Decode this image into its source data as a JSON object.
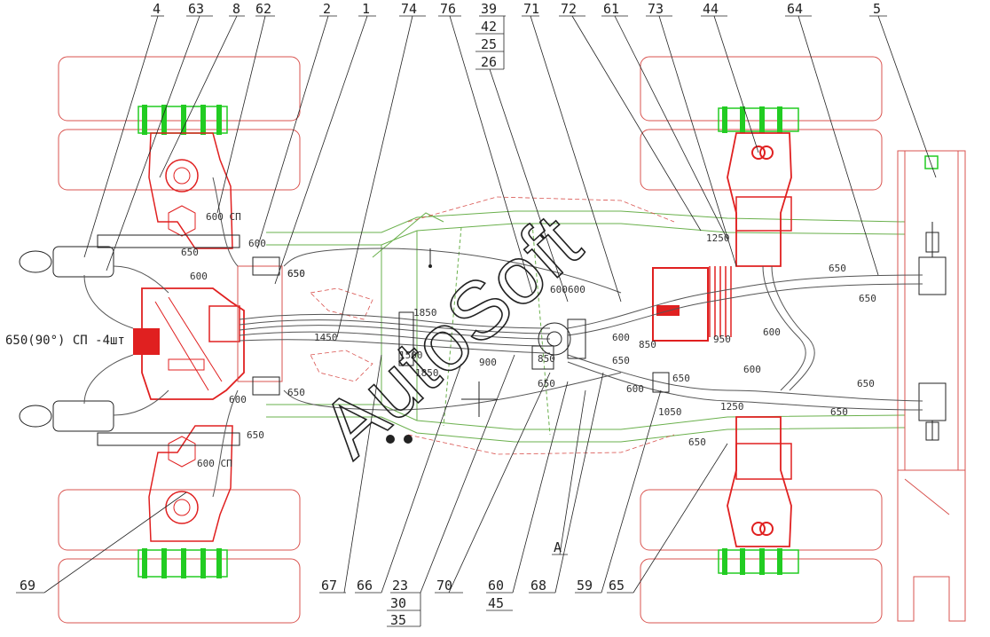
{
  "colors": {
    "outline": "#d9534f",
    "frame_green": "#6ab04c",
    "bright_green": "#22cc22",
    "hydraulic_red": "#e02020",
    "hose_gray": "#555555",
    "text": "#222222"
  },
  "callouts_top": [
    "4",
    "63",
    "8",
    "62",
    "2",
    "1",
    "74",
    "76",
    "39",
    "71",
    "72",
    "61",
    "73",
    "44",
    "64",
    "5"
  ],
  "callout_stack_top": [
    "42",
    "25",
    "26"
  ],
  "callouts_bottom": [
    "69",
    "67",
    "66",
    "23",
    "70",
    "60",
    "68",
    "59",
    "65"
  ],
  "callout_stack_30": [
    "30",
    "35"
  ],
  "callout_stack_45": "45",
  "view_mark": "A",
  "hose_labels": {
    "l_650_sp": "650(90°) СП -4шт",
    "l_600sp_top": "600 СП",
    "l_600sp_bot": "600 СП",
    "l_650a": "650",
    "l_650b": "650",
    "l_650c": "650",
    "l_650d": "650",
    "l_600a": "600",
    "l_600b": "600",
    "l_650e": "650",
    "l_1450": "1450",
    "l_1850a": "1850",
    "l_1850b": "1850",
    "l_1500": "1500",
    "l_900": "900",
    "l_850a": "850",
    "l_850b": "850",
    "l_650f": "650",
    "l_600c": "600",
    "l_600d": "600",
    "l_650g": "650",
    "l_1050": "1050",
    "l_950": "950",
    "l_1250a": "1250",
    "l_1250b": "1250",
    "l_600e": "600",
    "l_600f": "600",
    "l_650h": "650",
    "l_650i": "650",
    "l_650j": "650",
    "l_650k": "650",
    "l_650l": "650",
    "l_600g": "600",
    "l_600h": "600",
    "l_600i": "600",
    "l_650m": "650"
  },
  "watermark": "AutoSoft"
}
